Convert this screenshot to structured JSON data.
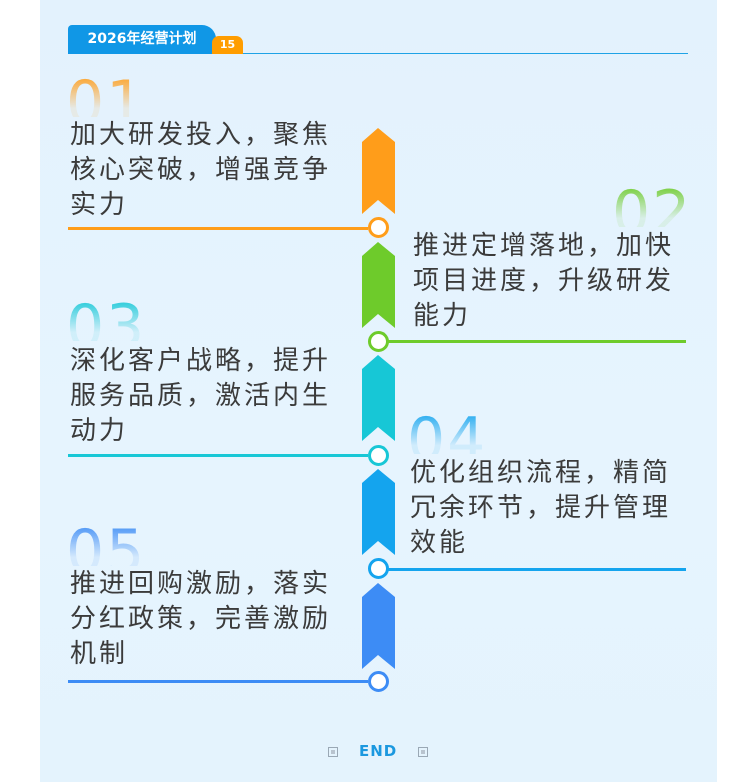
{
  "header": {
    "title": "2026年经营计划",
    "page_badge": "15"
  },
  "items": [
    {
      "number": "01",
      "text": "加大研发投入，聚焦核心突破，增强竞争实力",
      "color": "#ff9d1a"
    },
    {
      "number": "02",
      "text": "推进定增落地，加快项目进度，升级研发能力",
      "color": "#6ecb2b"
    },
    {
      "number": "03",
      "text": "深化客户战略，提升服务品质，激活内生动力",
      "color": "#17c7d6"
    },
    {
      "number": "04",
      "text": "优化组织流程，精简冗余环节，提升管理效能",
      "color": "#14a4ee"
    },
    {
      "number": "05",
      "text": "推进回购激励，落实分红政策，完善激励机制",
      "color": "#3d8cf5"
    }
  ],
  "footer": {
    "end_label": "END"
  },
  "colors": {
    "header_blue": "#1097e6",
    "badge_orange": "#ff9d00",
    "background": "#e3f2fd",
    "text": "#3b3b3b"
  }
}
